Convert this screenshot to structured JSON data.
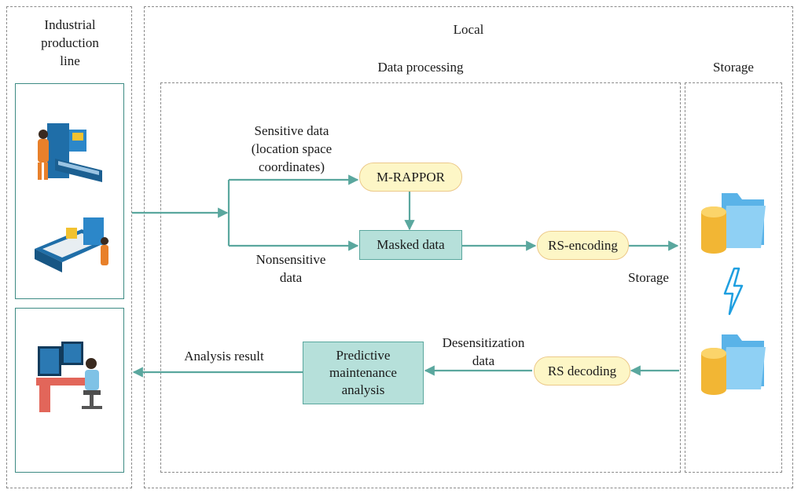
{
  "regions": {
    "production_line": "Industrial\nproduction\nline",
    "local": "Local",
    "data_processing": "Data processing",
    "storage_title": "Storage"
  },
  "nodes": {
    "m_rappor": "M-RAPPOR",
    "masked_data": "Masked data",
    "rs_encoding": "RS-encoding",
    "rs_decoding": "RS decoding",
    "predictive": "Predictive\nmaintenance\nanalysis"
  },
  "edge_labels": {
    "sensitive": "Sensitive data\n(location space\ncoordinates)",
    "nonsensitive": "Nonsensitive\ndata",
    "storage": "Storage",
    "desensitization": "Desensitization\ndata",
    "analysis_result": "Analysis result"
  },
  "icons": {
    "machines": "industrial-machine-icons",
    "operator": "computer-operator-icon",
    "database": "database-folder-icon",
    "sync": "lightning-sync-icon"
  },
  "colors": {
    "arrow": "#5aa79e",
    "box_fill": "#b6e0da",
    "pill_fill": "#fdf6c6",
    "pill_border": "#ecc98a",
    "panel_border": "#3d8b84"
  }
}
